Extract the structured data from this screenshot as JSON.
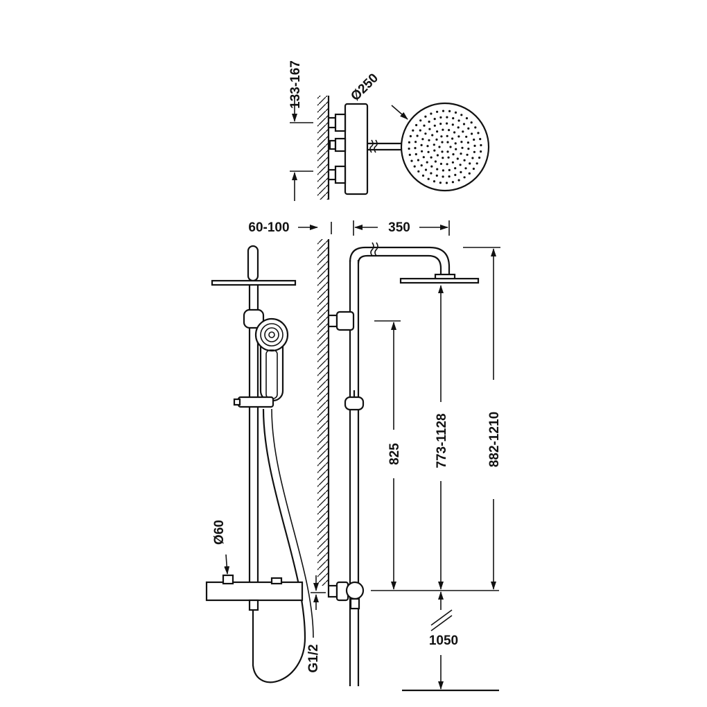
{
  "diagram": {
    "labels": {
      "valve_spacing": "133-167",
      "head_diameter": "Ø250",
      "wall_offset": "60-100",
      "arm_reach": "350",
      "slider_height": "825",
      "head_height": "773-1128",
      "total_height": "882-1210",
      "outlet_diameter": "Ø60",
      "connection": "G1/2",
      "valve_height": "1050"
    }
  }
}
